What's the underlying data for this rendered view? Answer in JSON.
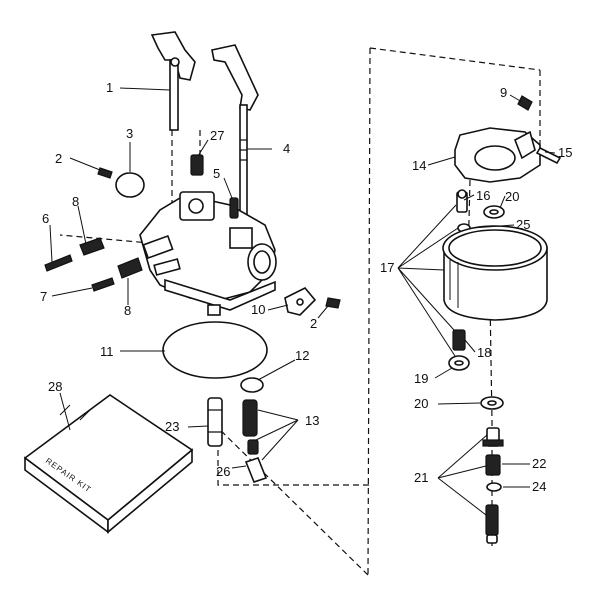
{
  "diagram": {
    "callouts": {
      "c1": "1",
      "c2a": "2",
      "c2b": "2",
      "c3": "3",
      "c4": "4",
      "c5": "5",
      "c6": "6",
      "c7": "7",
      "c8a": "8",
      "c8b": "8",
      "c9": "9",
      "c10": "10",
      "c11": "11",
      "c12": "12",
      "c13": "13",
      "c14": "14",
      "c15": "15",
      "c16": "16",
      "c17": "17",
      "c18": "18",
      "c19": "19",
      "c20a": "20",
      "c20b": "20",
      "c21": "21",
      "c22": "22",
      "c23": "23",
      "c24": "24",
      "c25": "25",
      "c26": "26",
      "c27": "27",
      "c28": "28"
    },
    "repair_kit_label": "REPAIR KIT"
  }
}
